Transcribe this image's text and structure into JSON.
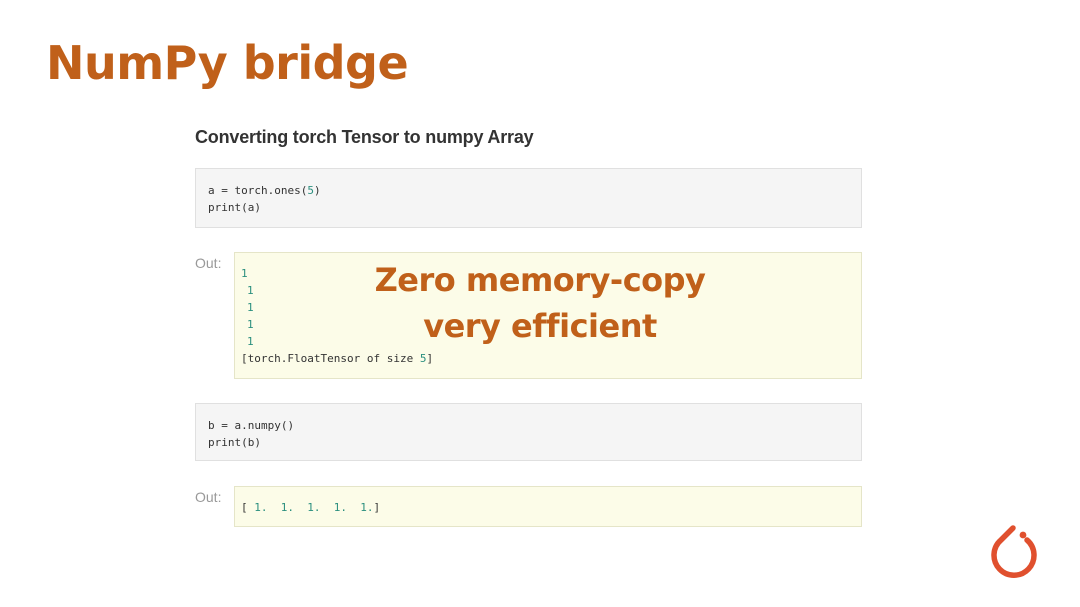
{
  "slide": {
    "title": "NumPy bridge",
    "subheading": "Converting torch Tensor to numpy Array",
    "overlay_line1": "Zero memory-copy",
    "overlay_line2": "very efficient"
  },
  "cells": {
    "code1": {
      "line1_a": "a = torch.ones(",
      "line1_num": "5",
      "line1_b": ")",
      "line2": "print(a)"
    },
    "out1": {
      "label": "Out:",
      "values": [
        "1",
        "1",
        "1",
        "1",
        "1"
      ],
      "footer_a": "[torch.FloatTensor of size ",
      "footer_num": "5",
      "footer_b": "]"
    },
    "code2": {
      "line1": "b = a.numpy()",
      "line2": "print(b)"
    },
    "out2": {
      "label": "Out:",
      "open": "[ ",
      "values": [
        "1.",
        "1.",
        "1.",
        "1.",
        "1."
      ],
      "close": "]"
    }
  },
  "icons": {
    "logo": "pytorch-logo-icon"
  },
  "colors": {
    "accent": "#c0601a",
    "number": "#2a8f7e",
    "code_bg": "#f5f5f5",
    "output_bg": "#fcfce8"
  }
}
